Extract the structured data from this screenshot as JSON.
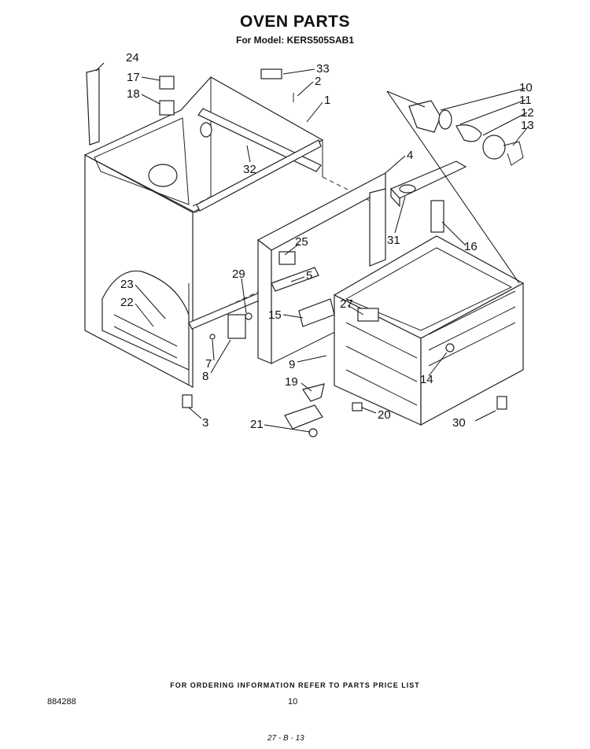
{
  "header": {
    "title": "OVEN PARTS",
    "subtitle": "For Model: KERS505SAB1"
  },
  "callouts": [
    {
      "id": "c24",
      "text": "24"
    },
    {
      "id": "c17",
      "text": "17"
    },
    {
      "id": "c18",
      "text": "18"
    },
    {
      "id": "c33",
      "text": "33"
    },
    {
      "id": "c2",
      "text": "2"
    },
    {
      "id": "c1",
      "text": "1"
    },
    {
      "id": "c10",
      "text": "10"
    },
    {
      "id": "c11",
      "text": "11"
    },
    {
      "id": "c12",
      "text": "12"
    },
    {
      "id": "c13",
      "text": "13"
    },
    {
      "id": "c4",
      "text": "4"
    },
    {
      "id": "c32",
      "text": "32"
    },
    {
      "id": "c31",
      "text": "31"
    },
    {
      "id": "c16",
      "text": "16"
    },
    {
      "id": "c25",
      "text": "25"
    },
    {
      "id": "c29",
      "text": "29"
    },
    {
      "id": "c5",
      "text": "5"
    },
    {
      "id": "c23",
      "text": "23"
    },
    {
      "id": "c22",
      "text": "22"
    },
    {
      "id": "c27",
      "text": "27"
    },
    {
      "id": "c15",
      "text": "15"
    },
    {
      "id": "c7",
      "text": "7"
    },
    {
      "id": "c8",
      "text": "8"
    },
    {
      "id": "c9",
      "text": "9"
    },
    {
      "id": "c14",
      "text": "14"
    },
    {
      "id": "c19",
      "text": "19"
    },
    {
      "id": "c3",
      "text": "3"
    },
    {
      "id": "c20",
      "text": "20"
    },
    {
      "id": "c21",
      "text": "21"
    },
    {
      "id": "c30",
      "text": "30"
    }
  ],
  "footer": {
    "ordering_note": "FOR ORDERING INFORMATION REFER TO PARTS PRICE LIST",
    "doc_number": "884288",
    "page_number": "10",
    "stamp": "27 - B - 13"
  }
}
